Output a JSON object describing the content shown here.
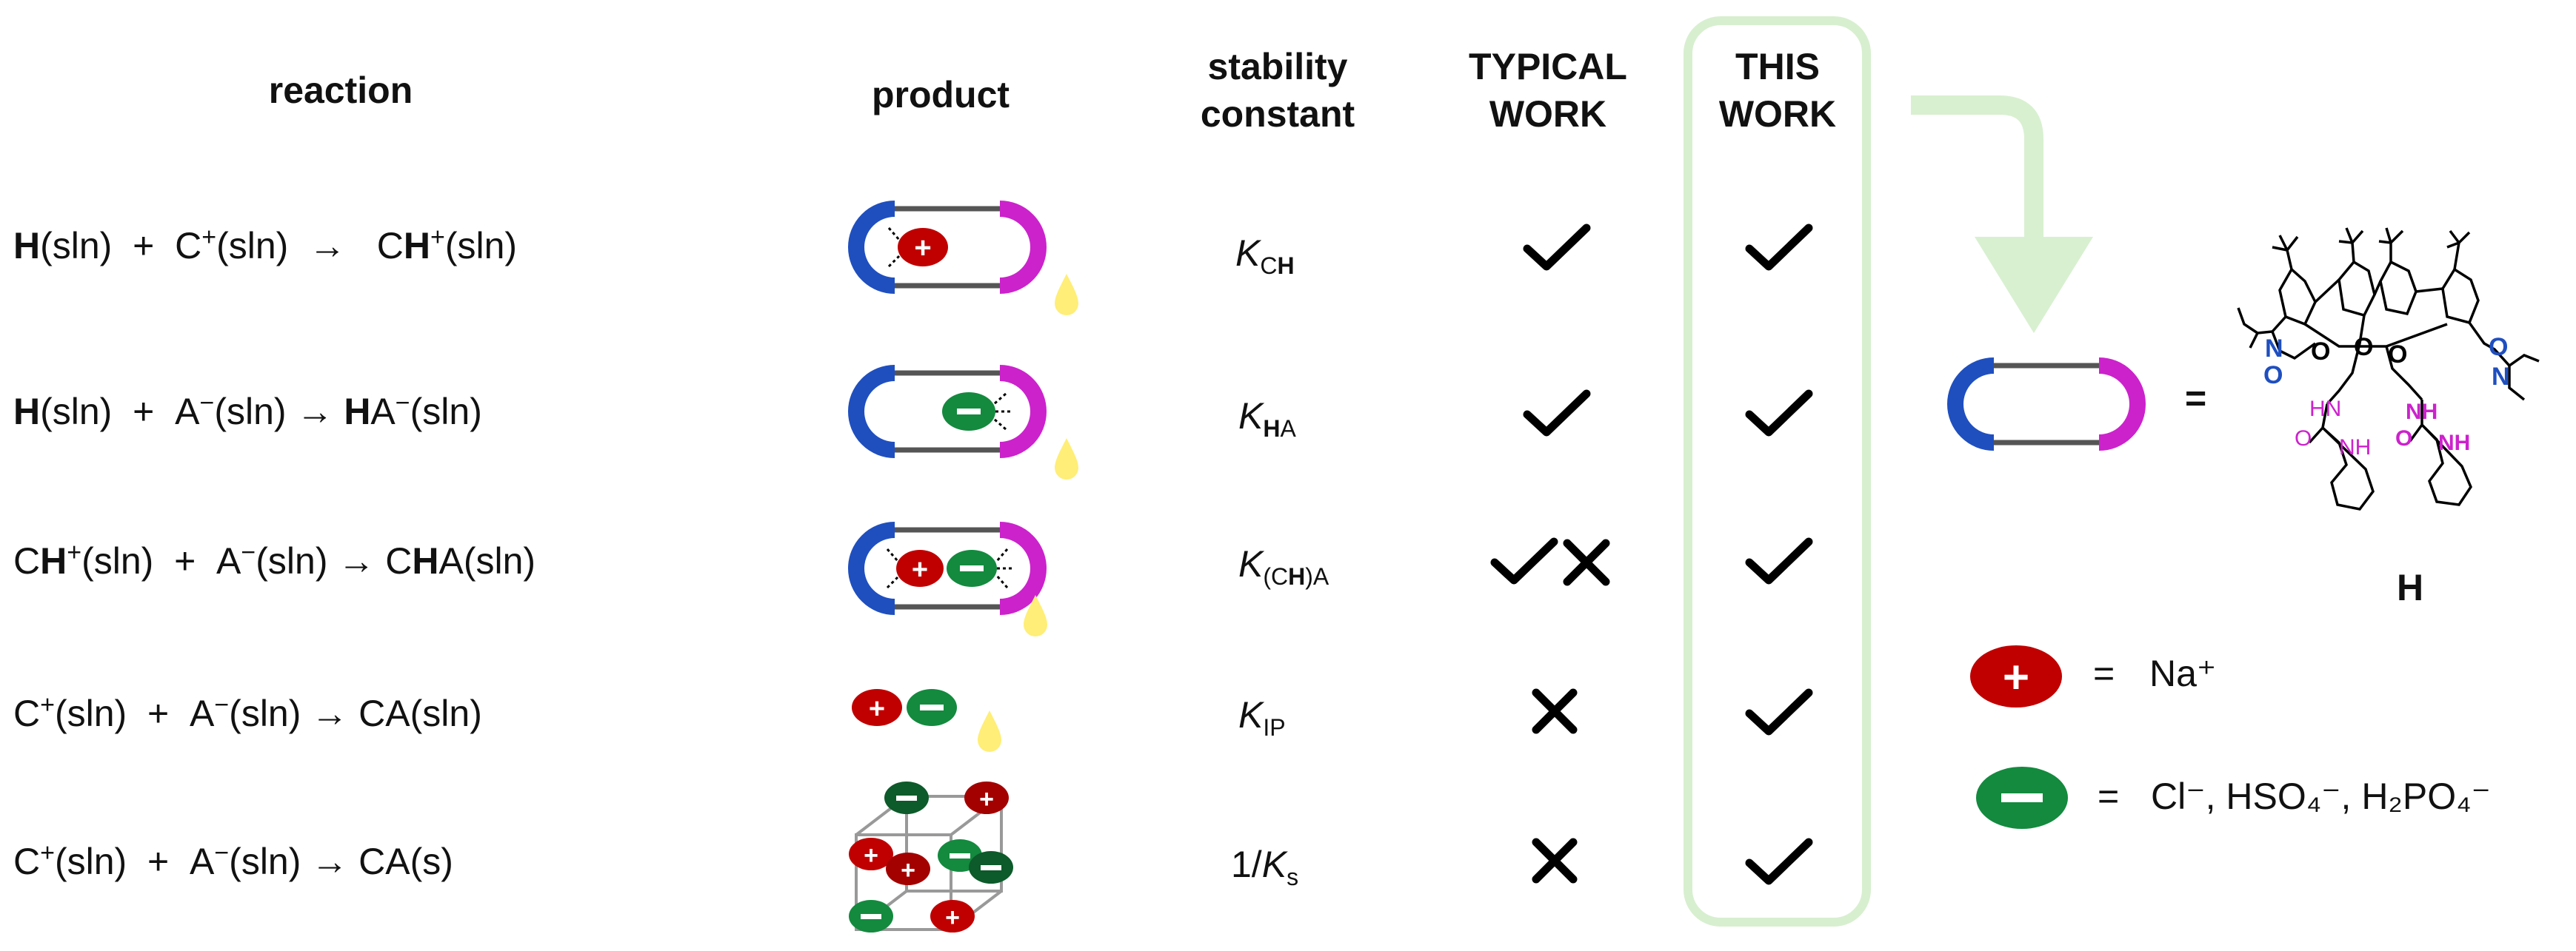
{
  "headers": {
    "reaction": "reaction",
    "product": "product",
    "stability_line1": "stability",
    "stability_line2": "constant",
    "typical_line1": "TYPICAL",
    "typical_line2": "WORK",
    "this_line1": "THIS",
    "this_line2": "WORK"
  },
  "rows": [
    {
      "reaction_html": "<b>H</b>(sln) &nbsp;+ &nbsp;C<sup>+</sup>(sln) &nbsp;→ &nbsp;&nbsp;C<b>H</b><sup>+</sup>(sln)",
      "k_main": "K",
      "k_sub": "C",
      "k_sub_bold": "H",
      "typical": "check",
      "this": "check"
    },
    {
      "reaction_html": "<b>H</b>(sln) &nbsp;+ &nbsp;A<sup>−</sup>(sln) → <b>H</b>A<sup>−</sup>(sln)",
      "k_main": "K",
      "k_sub_bold": "H",
      "k_sub": "A",
      "typical": "check",
      "this": "check"
    },
    {
      "reaction_html": "C<b>H</b><sup>+</sup>(sln) &nbsp;+ &nbsp;A<sup>−</sup>(sln) → C<b>H</b>A(sln)",
      "k_main": "K",
      "k_sub": "(C",
      "k_sub_bold": "H",
      "k_sub2": ")A",
      "typical": "check-cross",
      "this": "check"
    },
    {
      "reaction_html": "C<sup>+</sup>(sln) &nbsp;+ &nbsp;A<sup>−</sup>(sln) → CA(sln)",
      "k_main": "K",
      "k_sub": "IP",
      "typical": "cross",
      "this": "check"
    },
    {
      "reaction_html": "C<sup>+</sup>(sln) &nbsp;+ &nbsp;A<sup>−</sup>(sln) → CA(s)",
      "k_prefix": "1/",
      "k_main": "K",
      "k_sub": "s",
      "typical": "cross",
      "this": "check"
    }
  ],
  "legend": {
    "host_eq": "=",
    "host_label": "H",
    "cation_eq": "=",
    "cation_label": "Na⁺",
    "anion_eq": "=",
    "anion_label": "Cl⁻, HSO₄⁻, H₂PO₄⁻"
  },
  "molecule_labels": {
    "n1": "N",
    "o1": "O",
    "o2": "O",
    "o3": "O",
    "o4": "O",
    "hn1": "HN",
    "nh1": "NH",
    "nh2": "NH",
    "nh3": "NH",
    "o5": "O",
    "o6": "O",
    "n2": "N",
    "o7": "O"
  },
  "colors": {
    "blue": "#1f4fbf",
    "magenta": "#cc22cc",
    "red": "#c00000",
    "green": "#138a3e",
    "dark_green": "#0d5a2a",
    "yellow": "#ffee77",
    "frame": "#d7efcf",
    "arrow": "#d8f0d0"
  }
}
